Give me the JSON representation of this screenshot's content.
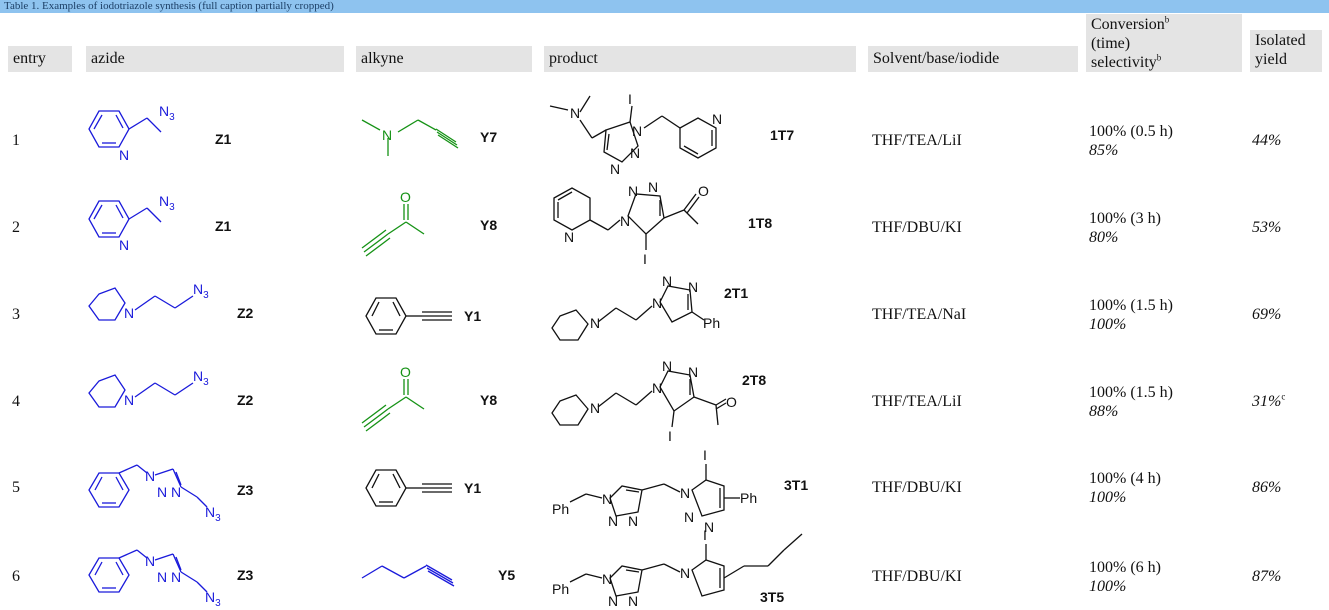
{
  "caption": "Table 1. Examples of iodotriazole synthesis (full caption partially cropped)",
  "headers": {
    "entry": "entry",
    "azide": "azide",
    "alkyne": "alkyne",
    "product": "product",
    "solvent": "Solvent/base/iodide",
    "conversion_line1": "Conversion",
    "conversion_sup1": "b",
    "conversion_line2": "(time)",
    "conversion_line3": "selectivity",
    "conversion_sup3": "b",
    "yield_line1": "Isolated",
    "yield_line2": "yield"
  },
  "rows": [
    {
      "entry": "1",
      "azide": "Z1",
      "alkyne": "Y7",
      "product": "1T7",
      "solvent": "THF/TEA/LiI",
      "conversion": "100% (0.5 h)",
      "selectivity": "85%",
      "yield": "44%",
      "yield_sup": ""
    },
    {
      "entry": "2",
      "azide": "Z1",
      "alkyne": "Y8",
      "product": "1T8",
      "solvent": "THF/DBU/KI",
      "conversion": "100% (3 h)",
      "selectivity": "80%",
      "yield": "53%",
      "yield_sup": ""
    },
    {
      "entry": "3",
      "azide": "Z2",
      "alkyne": "Y1",
      "product": "2T1",
      "solvent": "THF/TEA/NaI",
      "conversion": "100% (1.5 h)",
      "selectivity": "100%",
      "yield": "69%",
      "yield_sup": ""
    },
    {
      "entry": "4",
      "azide": "Z2",
      "alkyne": "Y8",
      "product": "2T8",
      "solvent": "THF/TEA/LiI",
      "conversion": "100% (1.5 h)",
      "selectivity": "88%",
      "yield": "31%",
      "yield_sup": "c"
    },
    {
      "entry": "5",
      "azide": "Z3",
      "alkyne": "Y1",
      "product": "3T1",
      "solvent": "THF/DBU/KI",
      "conversion": "100% (4 h)",
      "selectivity": "100%",
      "yield": "86%",
      "yield_sup": ""
    },
    {
      "entry": "6",
      "azide": "Z3",
      "alkyne": "Y5",
      "product": "3T5",
      "solvent": "THF/DBU/KI",
      "conversion": "100% (6 h)",
      "selectivity": "100%",
      "yield": "87%",
      "yield_sup": ""
    }
  ],
  "atoms": {
    "N": "N",
    "N3": "N",
    "three": "3",
    "O": "O",
    "I": "I",
    "Ph": "Ph"
  },
  "colors": {
    "azide": "#1a1adb",
    "alkyne": "#159215",
    "product": "#111111",
    "header_bg": "#e4e4e4",
    "caption_bg": "#8ec3ef"
  }
}
